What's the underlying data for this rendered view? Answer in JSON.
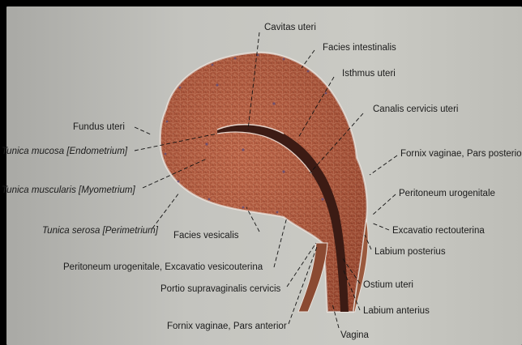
{
  "labels": {
    "cavitas_uteri": "Cavitas uteri",
    "facies_intestinalis": "Facies intestinalis",
    "isthmus_uteri": "Isthmus uteri",
    "canalis_cervicis_uteri": "Canalis cervicis uteri",
    "fundus_uteri": "Fundus uteri",
    "tunica_mucosa": "Tunica mucosa [Endometrium]",
    "fornix_vaginae_posterior": "Fornix vaginae, Pars posterior",
    "tunica_muscularis": "Tunica muscularis [Myometrium]",
    "peritoneum_urogenitale": "Peritoneum urogenitale",
    "tunica_serosa": "Tunica serosa [Perimetrium]",
    "facies_vesicalis": "Facies vesicalis",
    "excavatio_rectouterina": "Excavatio rectouterina",
    "labium_posterius": "Labium posterius",
    "peritoneum_excavatio_vesicouterina": "Peritoneum urogenitale, Excavatio vesicouterina",
    "portio_supravaginalis": "Portio supravaginalis cervicis",
    "ostium_uteri": "Ostium uteri",
    "labium_anterius": "Labium anterius",
    "fornix_vaginae_anterior": "Fornix vaginae, Pars anterior",
    "vagina": "Vagina"
  },
  "colors": {
    "tissue": "#b25a3e",
    "tissue_dark": "#7e3626",
    "cell_lines": "#d99a7a",
    "serosa": "#d9d2cc",
    "lumen": "#3c1b14",
    "background": "#c4c4bf"
  }
}
